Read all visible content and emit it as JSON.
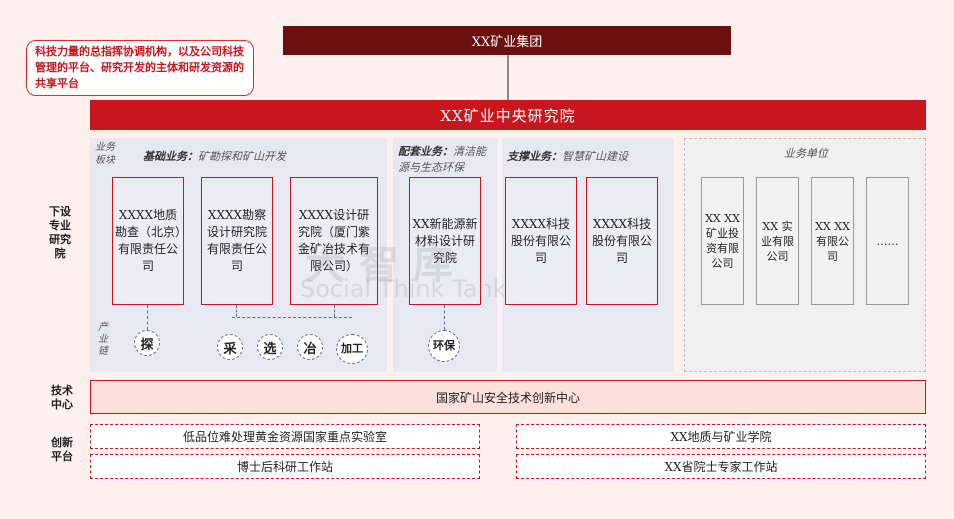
{
  "group": "XX矿业集团",
  "callout": "科技力量的总指挥协调机构，以及公司科技管理的平台、研究开发的主体和研发资源的共享平台",
  "institute": "XX矿业中央研究院",
  "side_labels": {
    "sub": "下设专业研究院",
    "tech": "技术中心",
    "innov": "创新平台",
    "chain": "产业链",
    "segment": "业务板块"
  },
  "segments": {
    "basic_title": "基础业务：",
    "basic_desc": "矿勘探和矿山开发",
    "support_title": "配套业务：",
    "support_desc": "清洁能源与生态环保",
    "backing_title": "支撑业务：",
    "backing_desc": "智慧矿山建设",
    "units_title": "业务单位"
  },
  "institutes": [
    "XXXX地质勘查（北京）有限责任公司",
    "XXXX勘察设计研究院有限责任公司",
    "XXXX设计研究院（厦门紫金矿冶技术有限公司）",
    "XX新能源新材料设计研究院",
    "XXXX科技股份有限公司",
    "XXXX科技股份有限公司"
  ],
  "units": [
    "XX XX 矿业投资有限公司",
    "XX 实业有限公司",
    "XX XX 有限公司",
    "……"
  ],
  "chain": [
    "探",
    "采",
    "选",
    "冶",
    "加工",
    "环保"
  ],
  "tech_center": "国家矿山安全技术创新中心",
  "platforms": {
    "left_top": "低品位难处理黄金资源国家重点实验室",
    "left_bottom": "博士后科研工作站",
    "right_top": "XX地质与矿业学院",
    "right_bottom": "XX省院士专家工作站"
  },
  "watermark": {
    "cn": "大 智 库",
    "en": "Social Think Tank"
  },
  "colors": {
    "dark_red": "#6b0f0f",
    "red": "#c8161d",
    "panel": "#e8e8f2",
    "bg": "#fdf0ed"
  }
}
